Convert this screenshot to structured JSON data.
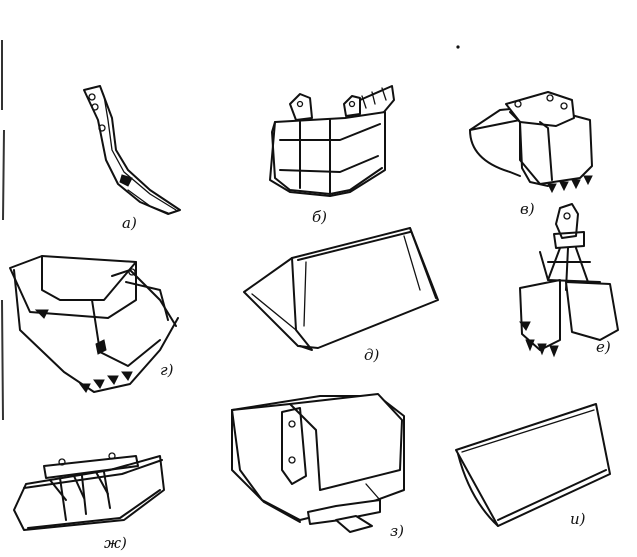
{
  "figure": {
    "items": [
      {
        "id": "a",
        "label": "а)",
        "name": "ripper-tooth"
      },
      {
        "id": "b",
        "label": "б)",
        "name": "backhoe-bucket-narrow"
      },
      {
        "id": "v",
        "label": "в)",
        "name": "backhoe-bucket-wide"
      },
      {
        "id": "g",
        "label": "г)",
        "name": "rock-bucket-front-shovel"
      },
      {
        "id": "d",
        "label": "д)",
        "name": "loader-bucket"
      },
      {
        "id": "e",
        "label": "е)",
        "name": "clamshell-grab"
      },
      {
        "id": "zh",
        "label": "ж)",
        "name": "ditching-bucket"
      },
      {
        "id": "z",
        "label": "з)",
        "name": "front-shovel-bucket-opening-bottom"
      },
      {
        "id": "i",
        "label": "и)",
        "name": "dozer-blade"
      }
    ]
  }
}
